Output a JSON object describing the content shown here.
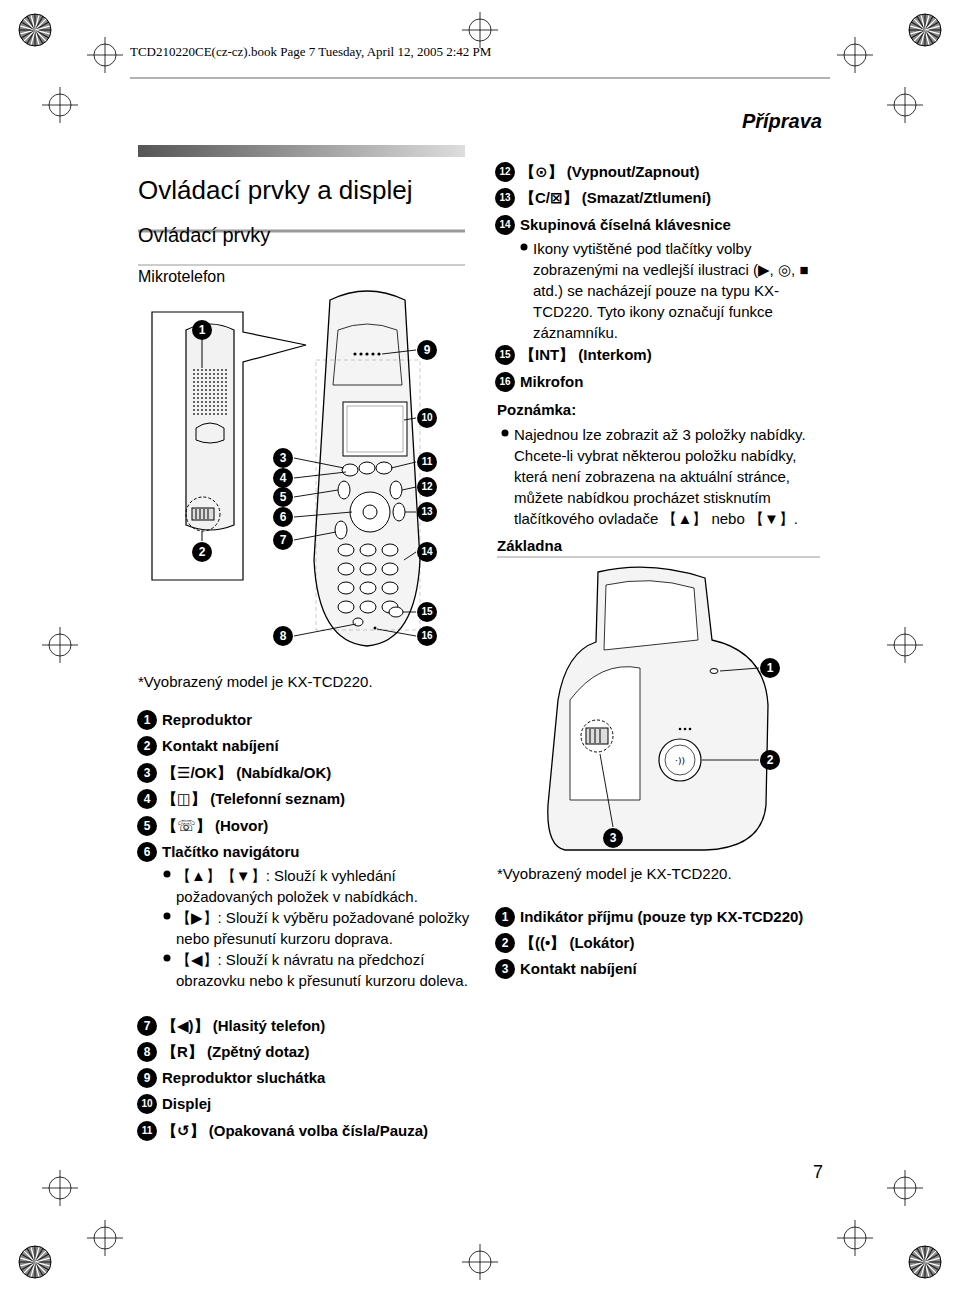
{
  "diagram": {
    "title": "Ovládací prvky a displej",
    "labels": [
      "TCD210220CE(cz-cz).book Page 7 Tuesday, April 12, 2005 2:42 PM",
      "Příprava",
      "Ovládací prvky",
      "Mikrotelefon",
      "1",
      "2",
      "3",
      "4",
      "5",
      "6",
      "7",
      "8",
      "9",
      "10",
      "11",
      "12",
      "13",
      "14",
      "15",
      "16",
      "*Vyobrazený model je KX-TCD220.",
      "1",
      "Reproduktor",
      "2",
      "Kontakt nabíjení",
      "3",
      "【☰/OK】 (Nabídka/OK)",
      "4",
      "【◫】 (Telefonní seznam)",
      "5",
      "【☏】 (Hovor)",
      "6",
      "Tlačítko navigátoru",
      "【▲】【▼】: Slouží k vyhledání požadovaných položek v nabídkách.",
      "【▶】: Slouží k výběru požadované položky nebo přesunutí kurzoru doprava.",
      "【◀】: Slouží k návratu na předchozí obrazovku nebo k přesunutí kurzoru doleva.",
      "7",
      "【◀)】 (Hlasitý telefon)",
      "8",
      "【R】 (Zpětný dotaz)",
      "9",
      "Reproduktor sluchátka",
      "10",
      "Displej",
      "11",
      "【↺】 (Opakovaná volba čísla/Pauza)",
      "12",
      "【⊙】 (Vypnout/Zapnout)",
      "13",
      "【C/⊠】 (Smazat/Ztlumení)",
      "14",
      "Skupinová číselná klávesnice",
      "Ikony vytištěné pod tlačítky volby zobrazenými na vedlejší ilustraci (▶, ◎, ■ atd.) se nacházejí pouze na typu KX-TCD220. Tyto ikony označují funkce záznamníku.",
      "15",
      "【INT】 (Interkom)",
      "16",
      "Mikrofon",
      "Poznámka:",
      "Najednou lze zobrazit až 3 položky nabídky. Chcete-li vybrat některou položku nabídky, která není zobrazena na aktuální stránce, můžete nabídkou procházet stisknutím tlačítkového ovladače 【▲】 nebo 【▼】.",
      "Základna",
      "1",
      "2",
      "3",
      "*Vyobrazený model je KX-TCD220.",
      "1",
      "Indikátor příjmu (pouze typ KX-TCD220)",
      "2",
      "【((•】 (Lokátor)",
      "3",
      "Kontakt nabíjení",
      "7"
    ]
  }
}
